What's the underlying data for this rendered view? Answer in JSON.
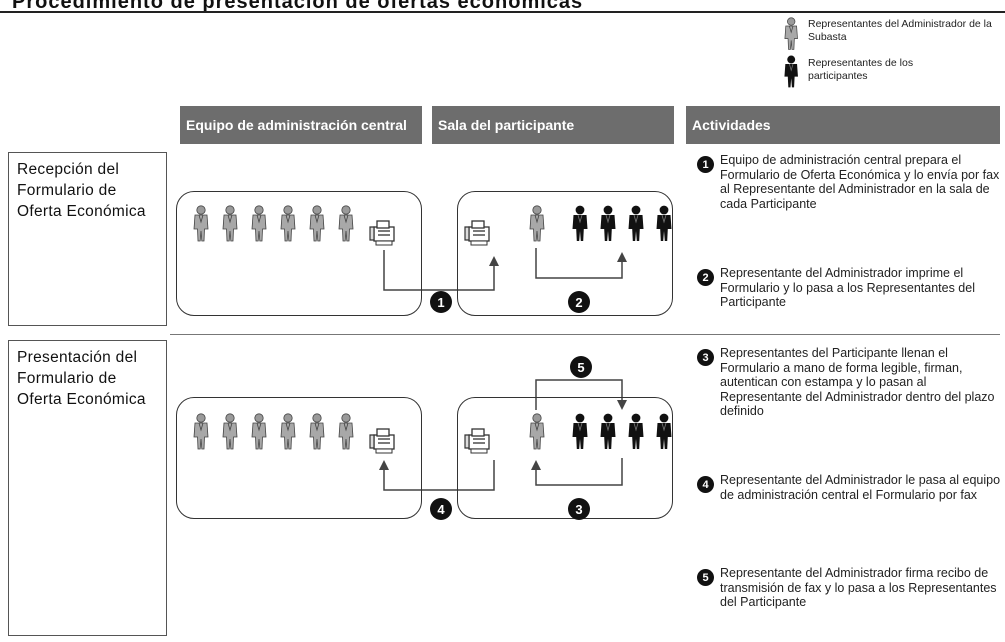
{
  "title": "Procedimiento de presentación de ofertas económicas",
  "legend": {
    "admin_label": "Representantes del Administrador de la Subasta",
    "participant_label": "Representantes de los participantes",
    "admin_icon": "grey-person-icon",
    "participant_icon": "black-person-icon"
  },
  "columns": {
    "central": "Equipo de administración central",
    "room": "Sala del participante",
    "activities": "Actividades"
  },
  "rows": [
    {
      "label": "Recepción del Formulario de Oferta Económica"
    },
    {
      "label": "Presentación del Formulario de Oferta Económica"
    }
  ],
  "steps": [
    {
      "num": "1",
      "text": "Equipo de administración central prepara el Formulario de Oferta Económica y lo envía por fax al Representante del Administrador en la sala de cada Participante"
    },
    {
      "num": "2",
      "text": "Representante del Administrador imprime el Formulario y lo pasa a los Representantes del Participante"
    },
    {
      "num": "3",
      "text": "Representantes del Participante llenan el Formulario a mano de forma legible, firman, autentican con estampa y lo pasan al Representante del Administrador dentro del plazo definido"
    },
    {
      "num": "4",
      "text": "Representante del Administrador le pasa al equipo de administración central el Formulario por fax"
    },
    {
      "num": "5",
      "text": "Representante del Administrador firma recibo de transmisión de fax y lo pasa a los Representantes del Participante"
    }
  ],
  "colors": {
    "admin_grey": "#9a9a9a",
    "participant_black": "#111111",
    "header_grey": "#6d6d6d"
  }
}
